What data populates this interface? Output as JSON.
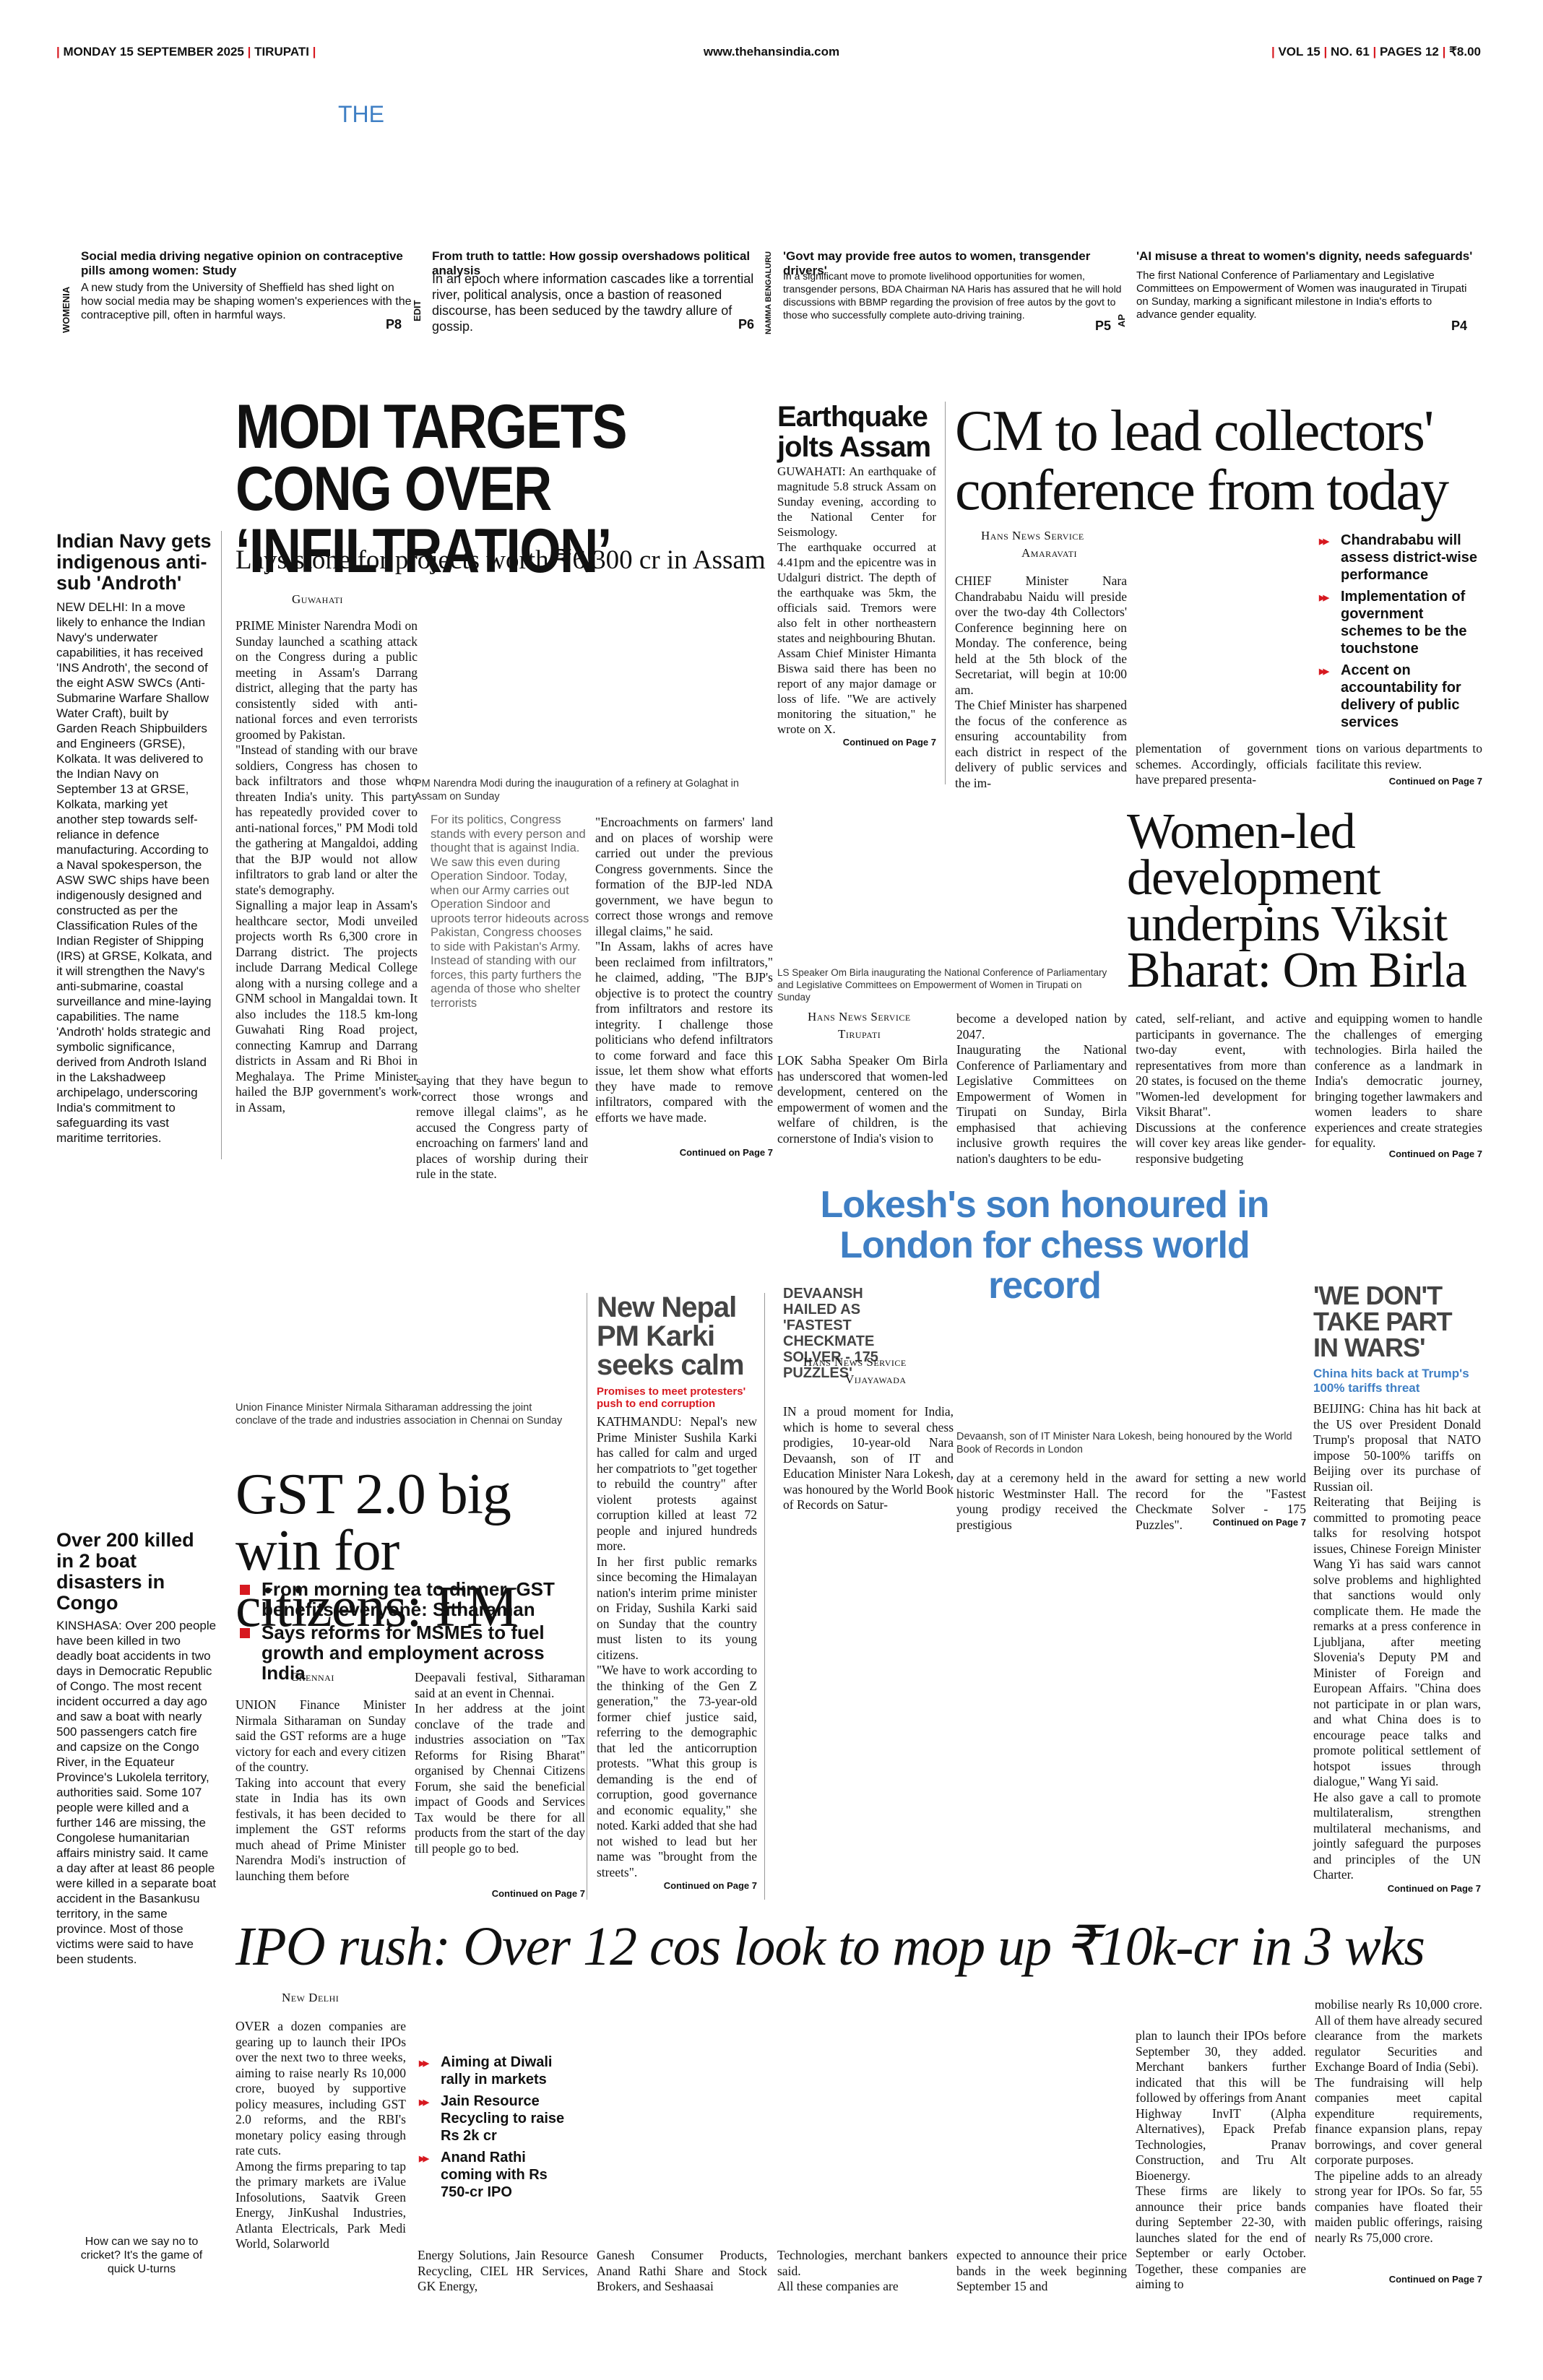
{
  "masthead": {
    "date": "MONDAY 15 SEPTEMBER 2025",
    "city": "TIRUPATI",
    "url": "www.thehansindia.com",
    "vol": "VOL 15",
    "no": "NO. 61",
    "pages": "PAGES 12",
    "price": "₹8.00",
    "logo": "THE"
  },
  "teasers": [
    {
      "section": "WOMENIA",
      "title": "Social media driving negative opinion on contraceptive pills among women: Study",
      "text": "A new study from the University of Sheffield has shed light on how social media may be shaping women's experiences with the contraceptive pill, often in harmful ways.",
      "page": "P8"
    },
    {
      "section": "EDIT",
      "title": "From truth to tattle: How gossip overshadows political analysis",
      "text": "In an epoch where information cascades like a torrential river, political analysis, once a bastion of reasoned discourse, has been seduced by the tawdry allure of gossip.",
      "page": "P6"
    },
    {
      "section": "NAMMA BENGALURU",
      "title": "'Govt may provide free autos to women, transgender drivers'",
      "text": "In a significant move to promote livelihood opportunities for women, transgender persons, BDA Chairman NA Haris has assured that he will hold discussions with BBMP regarding the provision of free autos by the govt to those who successfully complete auto-driving training.",
      "page": "P5"
    },
    {
      "section": "AP",
      "title": "'AI misuse a threat to women's dignity, needs safeguards'",
      "text": "The first National Conference of Parliamentary and Legislative Committees on Empowerment of Women was inaugurated in Tirupati on Sunday, marking a significant milestone in India's efforts to advance gender equality.",
      "page": "P4"
    }
  ],
  "navy": {
    "title": "Indian Navy gets indigenous anti-sub 'Androth'",
    "body": "NEW DELHI: In a move likely to enhance the Indian Navy's underwater capabilities, it has received 'INS Androth', the second of the eight ASW SWCs (Anti-Submarine Warfare Shallow Water Craft), built by Garden Reach Shipbuilders and Engineers (GRSE), Kolkata. It was delivered to the Indian Navy on September 13 at GRSE, Kolkata, marking yet another step towards self-reliance in defence manufacturing. According to a Naval spokesperson, the ASW SWC ships have been indigenously designed and constructed as per the Classification Rules of the Indian Register of Shipping (IRS) at GRSE, Kolkata, and it will strengthen the Navy's anti-submarine, coastal surveillance and mine-laying capabilities. The name 'Androth' holds strategic and symbolic significance, derived from Androth Island in the Lakshadweep archipelago, underscoring India's commitment to safeguarding its vast maritime territories."
  },
  "lead": {
    "title": "MODI TARGETS CONG OVER ‘INFILTRATION’",
    "subtitle": "Lays stone for projects worth ₹6,300 cr in Assam",
    "dateline": "Guwahati",
    "col1": "PRIME Minister Narendra Modi on Sunday launched a scathing attack on the Congress during a public meeting in Assam's Darrang district, alleging that the party has consistently sided with anti-national forces and even terrorists groomed by Pakistan.\n\"Instead of standing with our brave soldiers, Congress has chosen to back infiltrators and those who threaten India's unity. This party has repeatedly provided cover to anti-national forces,\" PM Modi told the gathering at Mangaldoi, adding that the BJP would not allow infiltrators to grab land or alter the state's demography.\nSignalling a major leap in Assam's healthcare sector, Modi unveiled projects worth Rs 6,300 crore in Darrang district. The projects include Darrang Medical College along with a nursing college and a GNM school in Mangaldai town. It also includes the 118.5 km-long Guwahati Ring Road project, connecting Kamrup and Darrang districts in Assam and Ri Bhoi in Meghalaya. The Prime Minister hailed the BJP government's work in Assam,",
    "caption": "PM Narendra Modi during the inauguration of a refinery at Golaghat in Assam on Sunday",
    "quote": "For its politics, Congress stands with every person and thought that is against India. We saw this even during Operation Sindoor. Today, when our Army carries out Operation Sindoor and uproots terror hideouts across Pakistan, Congress chooses to side with Pakistan's Army. Instead of standing with our forces, this party furthers the agenda of those who shelter terrorists",
    "col2": "saying that they have begun to \"correct those wrongs and remove illegal claims\", as he accused the Congress party of encroaching on farmers' land and places of worship during their rule in the state.",
    "col3": "\"Encroachments on farmers' land and on places of worship were carried out under the previous Congress governments. Since the formation of the BJP-led NDA government, we have begun to correct those wrongs and remove illegal claims,\" he said.\n\"In Assam, lakhs of acres have been reclaimed from infiltrators,\" he claimed, adding, \"The BJP's objective is to protect the country from infiltrators and restore its integrity. I challenge those politicians who defend infiltrators to come forward and face this issue, let them show what efforts they have made to remove infiltrators, compared with the efforts we have made.",
    "cont": "Continued on Page 7"
  },
  "quake": {
    "title": "Earthquake jolts Assam",
    "body": "GUWAHATI: An earthquake of magnitude 5.8 struck Assam on Sunday evening, according to the National Center for Seismology.\nThe earthquake occurred at 4.41pm and the epicentre was in Udalguri district. The depth of the earthquake was 5km, the officials said. Tremors were also felt in other northeastern states and neighbouring Bhutan.\nAssam Chief Minister Himanta Biswa said there has been no report of any major damage or loss of life. \"We are actively monitoring the situation,\" he wrote on X.",
    "cont": "Continued on Page 7"
  },
  "cm": {
    "title": "CM to lead collectors' conference from today",
    "byline": "Hans News Service",
    "dateline": "Amaravati",
    "col1": "CHIEF Minister Nara Chandrababu Naidu will preside over the two-day 4th Collectors' Conference beginning here on Monday. The conference, being held at the 5th block of the Secretariat, will begin at 10:00 am.\nThe Chief Minister has sharpened the focus of the conference as ensuring accountability from each district in respect of the delivery of public services and the im-",
    "col2": "plementation of government schemes. Accordingly, officials have prepared presenta-",
    "col3": "tions on various departments to facilitate this review.",
    "bullets": [
      "Chandrababu will assess district-wise performance",
      "Implementation of government schemes to be the touchstone",
      "Accent on accountability for delivery of public services"
    ],
    "cont": "Continued on Page 7"
  },
  "birla": {
    "title": "Women-led development underpins Viksit Bharat: Om Birla",
    "caption": "LS Speaker Om Birla inaugurating the National Conference of Parliamentary and Legislative Committees on Empowerment of Women in Tirupati on Sunday",
    "byline": "Hans News Service",
    "dateline": "Tirupati",
    "col1": "LOK Sabha Speaker Om Birla has underscored that women-led development, centered on the empowerment of women and the welfare of children, is the cornerstone of India's vision to",
    "col2": "become a developed nation by 2047.\nInaugurating the National Conference of Parliamentary and Legislative Committees on Empowerment of Women in Tirupati on Sunday, Birla emphasised that achieving inclusive growth requires the nation's daughters to be edu-",
    "col3": "cated, self-reliant, and active participants in governance. The two-day event, with representatives from more than 20 states, is focused on the theme \"Women-led development for Viksit Bharat\".\nDiscussions at the conference will cover key areas like gender-responsive budgeting",
    "col4": "and equipping women to handle the challenges of emerging technologies. Birla hailed the conference as a landmark in India's democratic journey, bringing together lawmakers and women leaders to share experiences and create strategies for equality.",
    "cont": "Continued on Page 7"
  },
  "lokesh": {
    "title": "Lokesh's son honoured in London for chess world record",
    "kicker": "DEVAANSH HAILED AS 'FASTEST CHECKMATE SOLVER - 175 PUZZLES'",
    "byline": "Hans News Service",
    "dateline": "Vijayawada",
    "col1": "IN a proud moment for India, which is home to several chess prodigies, 10-year-old Nara Devaansh, son of IT and Education Minister Nara Lokesh, was honoured by the World Book of Records on Satur-",
    "caption": "Devaansh, son of IT Minister Nara Lokesh, being honoured by the World Book of Records in London",
    "col2": "day at a ceremony held in the historic Westminster Hall. The young prodigy received the prestigious",
    "col3": "award for setting a new world record for the \"Fastest Checkmate Solver - 175 Puzzles\".",
    "cont": "Continued on Page 7"
  },
  "china": {
    "title": "'WE DON'T TAKE PART IN WARS'",
    "sub": "China hits back at Trump's 100% tariffs threat",
    "body": "BEIJING: China has hit back at the US over President Donald Trump's proposal that NATO impose 50-100% tariffs on Beijing over its purchase of Russian oil.\nReiterating that Beijing is committed to promoting peace talks for resolving hotspot issues, Chinese Foreign Minister Wang Yi has said wars cannot solve problems and highlighted that sanctions would only complicate them. He made the remarks at a press conference in Ljubljana, after meeting Slovenia's Deputy PM and Minister of Foreign and European Affairs. \"China does not participate in or plan wars, and what China does is to encourage peace talks and promote political settlement of hotspot issues through dialogue,\" Wang Yi said.\nHe also gave a call to promote multilateralism, strengthen multilateral mechanisms, and jointly safeguard the purposes and principles of the UN Charter.",
    "cont": "Continued on Page 7"
  },
  "nepal": {
    "title": "New Nepal PM Karki seeks calm",
    "sub": "Promises to meet protesters' push to end corruption",
    "body": "KATHMANDU: Nepal's new Prime Minister Sushila Karki has called for calm and urged her compatriots to \"get together to rebuild the country\" after violent protests against corruption killed at least 72 people and injured hundreds more.\nIn her first public remarks since becoming the Himalayan nation's interim prime minister on Friday, Sushila Karki said on Sunday that the country must listen to its young citizens.\n\"We have to work according to the thinking of the Gen Z generation,\" the 73-year-old former chief justice said, referring to the demographic that led the anticorruption protests. \"What this group is demanding is the end of corruption, good governance and economic equality,\" she noted. Karki added that she had not wished to lead but her name was \"brought from the streets\".",
    "cont": "Continued on Page 7"
  },
  "gst": {
    "caption": "Union Finance Minister Nirmala Sitharaman addressing the joint conclave of the trade and industries association in Chennai on Sunday",
    "title": "GST 2.0 big win for citizens: FM",
    "bullets": [
      "From morning tea to dinner, GST benefits everyone: Sitharaman",
      "Says reforms for MSMEs to fuel growth and employment across India"
    ],
    "dateline": "Chennai",
    "col1": "UNION Finance Minister Nirmala Sitharaman on Sunday said the GST reforms are a huge victory for each and every citizen of the country.\nTaking into account that every state in India has its own festivals, it has been decided to implement the GST reforms much ahead of Prime Minister Narendra Modi's instruction of launching them before",
    "col2": "Deepavali festival, Sitharaman said at an event in Chennai.\nIn her address at the joint conclave of the trade and industries association on \"Tax Reforms for Rising Bharat\" organised by Chennai Citizens Forum, she said the beneficial impact of Goods and Services Tax would be there for all products from the start of the day till people go to bed.",
    "cont": "Continued on Page 7"
  },
  "congo": {
    "title": "Over 200 killed in 2 boat disasters in Congo",
    "body": "KINSHASA: Over 200 people have been killed in two deadly boat accidents in two days in Democratic Republic of Congo. The most recent incident occurred a day ago and saw a boat with nearly 500 passengers catch fire and capsize on the Congo River, in the Equateur Province's Lukolela territory, authorities said. Some 107 people were killed and a further 146 are missing, the Congolese humanitarian affairs ministry said. It came a day after at least 86 people were killed in a separate boat accident in the Basankusu territory, in the same province. Most of those victims were said to have been students."
  },
  "promo": {
    "text": "How can we say no to cricket? It's the game of quick U-turns"
  },
  "ipo": {
    "title": "IPO rush: Over 12 cos look to mop up ₹10k-cr in 3 wks",
    "dateline": "New Delhi",
    "col1": "OVER a dozen companies are gearing up to launch their IPOs over the next two to three weeks, aiming to raise nearly Rs 10,000 crore, buoyed by supportive policy measures, including GST 2.0 reforms, and the RBI's monetary policy easing through rate cuts.\nAmong the firms preparing to tap the primary markets are iValue Infosolutions, Saatvik Green Energy, JinKushal Industries, Atlanta Electricals, Park Medi World, Solarworld",
    "bullets": [
      "Aiming at Diwali rally in markets",
      "Jain Resource Recycling to raise Rs 2k cr",
      "Anand Rathi coming with Rs 750-cr IPO"
    ],
    "col2": "Energy Solutions, Jain Resource Recycling, CIEL HR Services, GK Energy,",
    "col3": "Ganesh Consumer Products, Anand Rathi Share and Stock Brokers, and Seshaasai",
    "col4": "Technologies, merchant bankers said.\nAll these companies are",
    "col5": "expected to announce their price bands in the week beginning September 15 and",
    "col6": "plan to launch their IPOs before September 30, they added. Merchant bankers further indicated that this will be followed by offerings from Anant Highway InvIT (Alpha Alternatives), Epack Prefab Technologies, Pranav Construction, and Tru Alt Bioenergy.\nThese firms are likely to announce their price bands during September 22-30, with launches slated for the end of September or early October. Together, these companies are aiming to",
    "col7": "mobilise nearly Rs 10,000 crore. All of them have already secured clearance from the markets regulator Securities and Exchange Board of India (Sebi).\nThe fundraising will help companies meet capital expenditure requirements, finance expansion plans, repay borrowings, and cover general corporate purposes.\nThe pipeline adds to an already strong year for IPOs. So far, 55 companies have floated their maiden public offerings, raising nearly Rs 75,000 crore.",
    "cont": "Continued on Page 7"
  },
  "colors": {
    "accent_red": "#d71920",
    "accent_blue": "#3f7fc4",
    "text": "#111111"
  }
}
